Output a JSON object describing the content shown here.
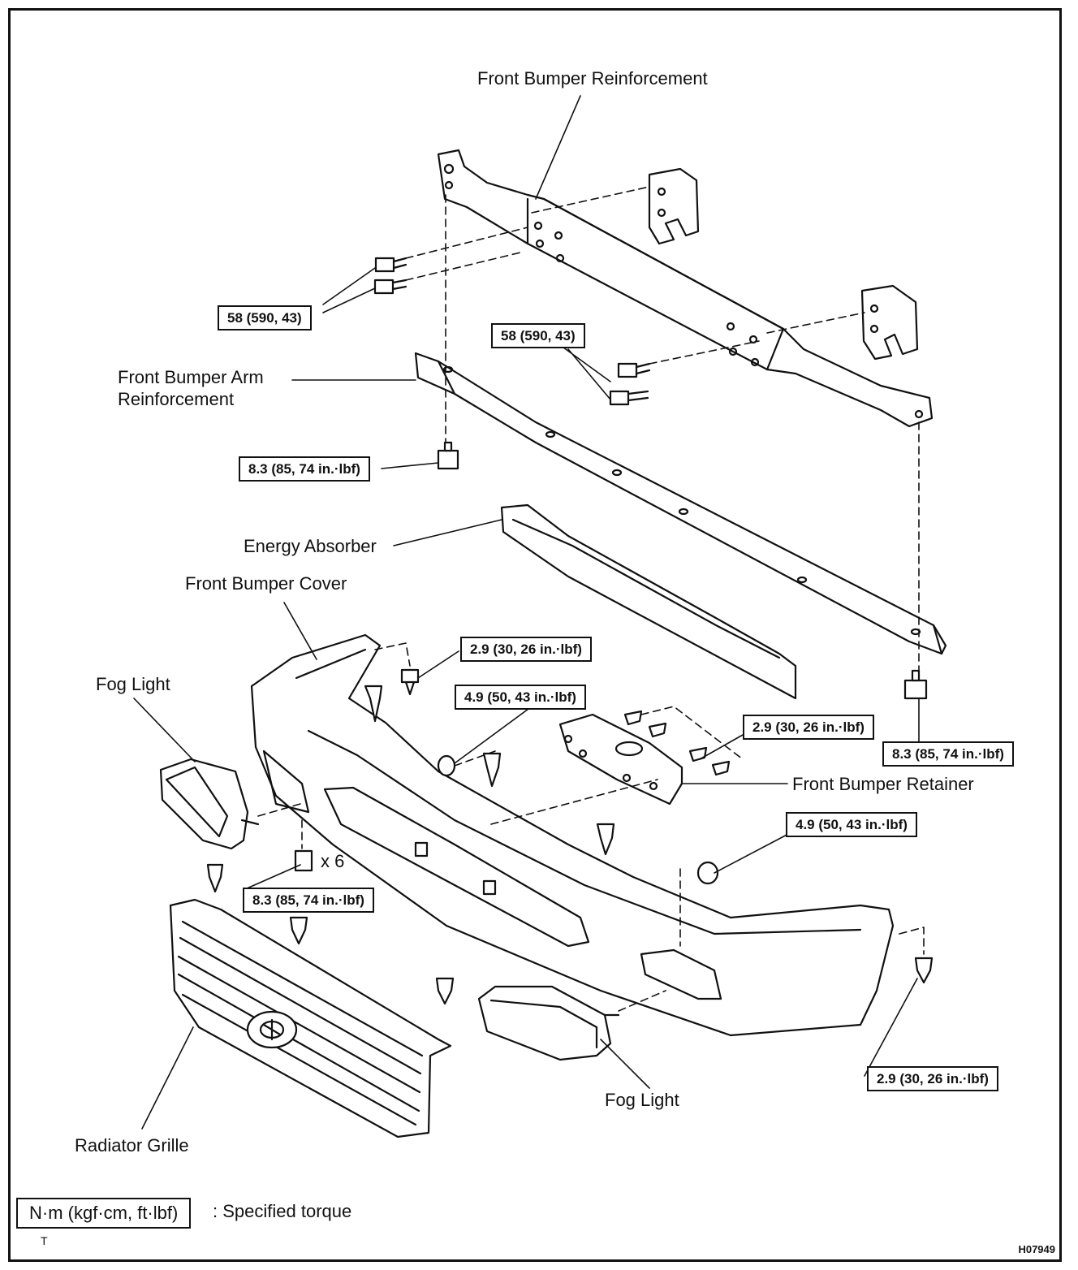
{
  "parts": {
    "front_bumper_reinforcement": "Front Bumper Reinforcement",
    "front_bumper_arm_reinforcement_line1": "Front Bumper Arm",
    "front_bumper_arm_reinforcement_line2": "Reinforcement",
    "energy_absorber": "Energy Absorber",
    "front_bumper_cover": "Front Bumper Cover",
    "fog_light_left": "Fog Light",
    "fog_light_right": "Fog Light",
    "front_bumper_retainer": "Front Bumper Retainer",
    "radiator_grille": "Radiator Grille"
  },
  "torques": {
    "reinf_bolts_left": "58 (590, 43)",
    "reinf_bolts_right": "58 (590, 43)",
    "arm_bolt_left": "8.3 (85, 74 in.·lbf)",
    "arm_bolt_right": "8.3 (85, 74 in.·lbf)",
    "cover_top_screw": "2.9 (30, 26 in.·lbf)",
    "cover_nut": "4.9 (50, 43 in.·lbf)",
    "retainer_screws": "2.9 (30, 26 in.·lbf)",
    "lower_nut": "4.9 (50, 43 in.·lbf)",
    "lower_bolts": "8.3 (85, 74 in.·lbf)",
    "side_screw": "2.9 (30, 26 in.·lbf)"
  },
  "quantity_mark": "x 6",
  "legend": {
    "unit": "N·m (kgf·cm, ft·lbf)",
    "text": ": Specified torque"
  },
  "corner_letter": "T",
  "figure_code": "H07949"
}
